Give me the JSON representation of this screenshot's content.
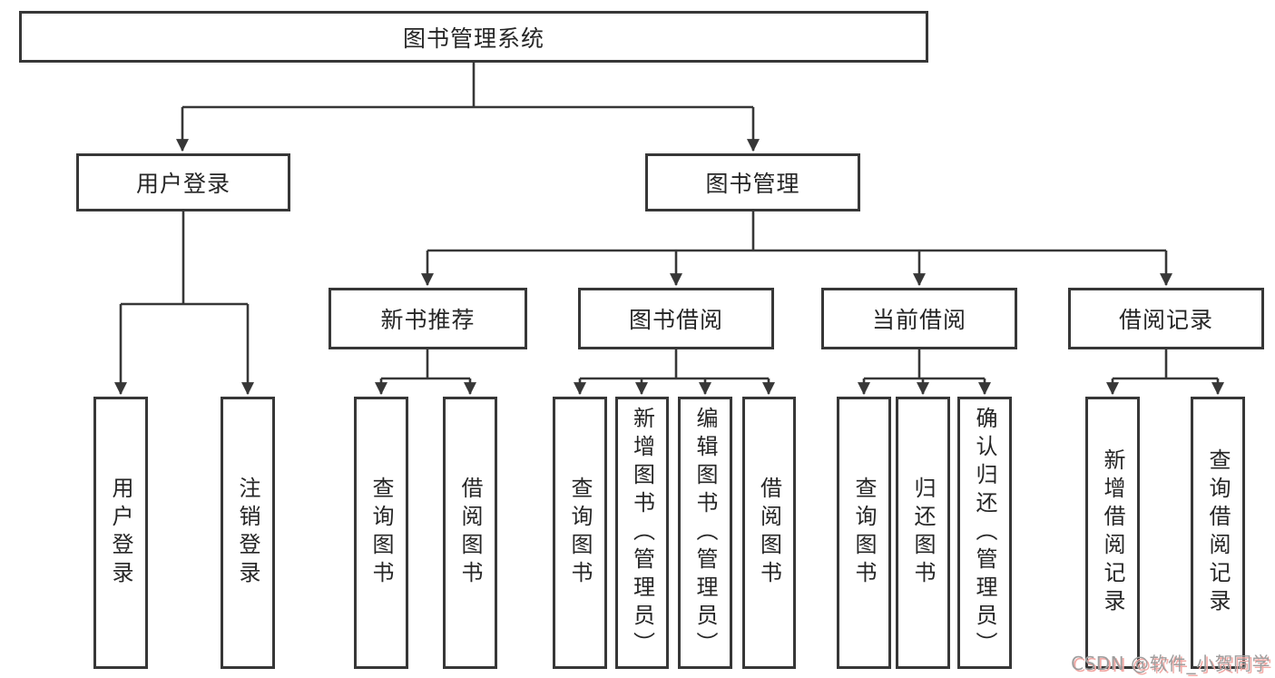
{
  "tree": {
    "root": "图书管理系统",
    "branches": [
      {
        "label": "用户登录",
        "children": [
          "用户登录",
          "注销登录"
        ]
      },
      {
        "label": "图书管理",
        "subgroups": [
          {
            "label": "新书推荐",
            "children": [
              "查询图书",
              "借阅图书"
            ]
          },
          {
            "label": "图书借阅",
            "children": [
              "查询图书",
              "新增图书（管理员）",
              "编辑图书（管理员）",
              "借阅图书"
            ]
          },
          {
            "label": "当前借阅",
            "children": [
              "查询图书",
              "归还图书",
              "确认归还（管理员）"
            ]
          },
          {
            "label": "借阅记录",
            "children": [
              "新增借阅记录",
              "查询借阅记录"
            ]
          }
        ]
      }
    ]
  },
  "watermark": "CSDN @软件_小贺同学",
  "colors": {
    "line": "#373737",
    "box_border": "#373737",
    "box_fill": "#ffffff",
    "text": "#262626",
    "watermark_text": "#9e9e9e",
    "watermark_shadow": "#f2aaa6"
  }
}
